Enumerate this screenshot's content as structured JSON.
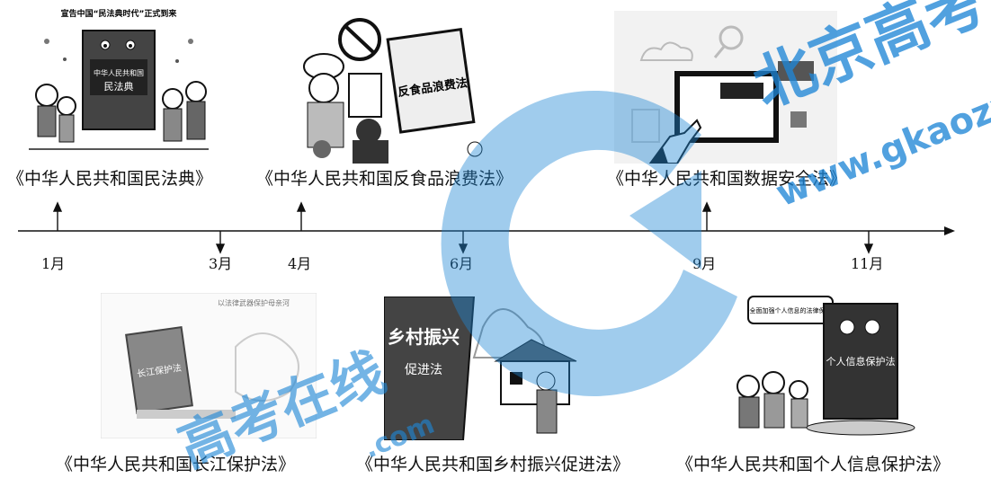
{
  "months": [
    "1月",
    "3月",
    "4月",
    "6月",
    "9月",
    "11月"
  ],
  "laws": {
    "civil_code": "《中华人民共和国民法典》",
    "anti_food_waste": "《中华人民共和国反食品浪费法》",
    "data_security": "《中华人民共和国数据安全法》",
    "yangtze_protection": "《中华人民共和国长江保护法》",
    "rural_revitalization": "《中华人民共和国乡村振兴促进法》",
    "personal_info": "《中华人民共和国个人信息保护法》"
  },
  "illustrations": {
    "civil_code_banner": "宣告中国“民法典时代”正式到来",
    "civil_code_book": "中华人民共和国民法典",
    "food_waste_book": "反食品浪费法",
    "yangtze_book": "长江保护法",
    "yangtze_banner": "以法律武器保护母亲河",
    "rural_book_title": "乡村振兴",
    "rural_book_sub": "促进法",
    "personal_bubble": "全面加强个人信息的法律保护",
    "personal_book": "个人信息保护法"
  },
  "watermark": {
    "brand": "北京高考",
    "domain": "www.gkaozx.com",
    "brand2": "高考在线",
    "domain2": ".com"
  },
  "colors": {
    "watermark": "#1f86d6",
    "line": "#111111"
  }
}
